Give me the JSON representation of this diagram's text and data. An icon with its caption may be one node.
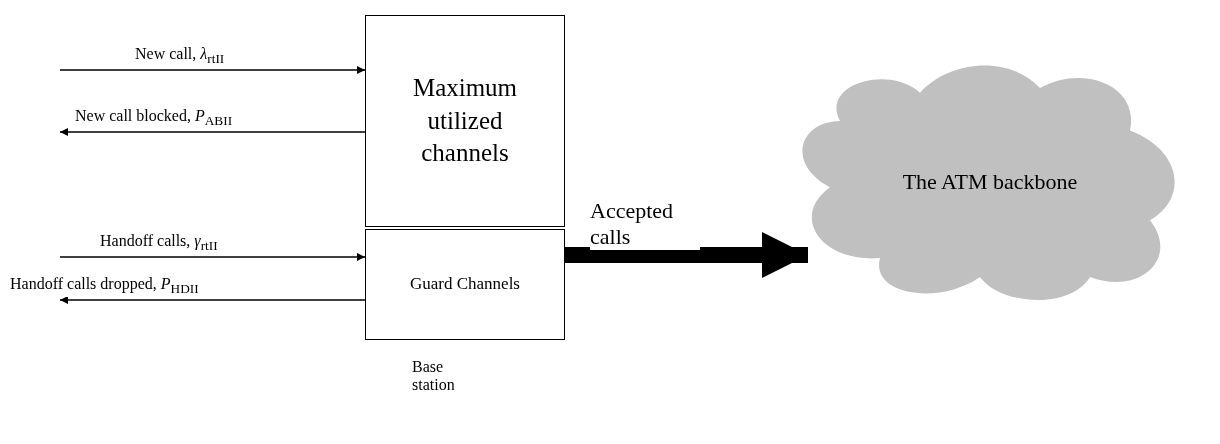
{
  "diagram": {
    "nodes": [
      {
        "text": [
          "Maximum utilized channels"
        ]
      },
      {
        "text": [
          "Guard Channels"
        ],
        "beside": [
          "Base station"
        ]
      },
      {
        "text": [
          "The ATM backbone"
        ]
      }
    ],
    "edges": [
      {
        "from": null,
        "to": 0,
        "arrow": "to",
        "label": "New call, *λ*$_{rtII}$"
      },
      {
        "from": 0,
        "to": null,
        "arrow": "to",
        "label": "New call blocked, *P*$_{ABII}$"
      },
      {
        "from": null,
        "to": 1,
        "arrow": "to",
        "label": "Handoff calls, *γ*$_{rtII}$"
      },
      {
        "from": 1,
        "to": null,
        "arrow": "to",
        "label": "Handoff calls dropped, *P*$_{HDII}$"
      },
      {
        "from": 1,
        "to": 2,
        "arrow": "to",
        "label": "Accepted calls",
        "style": "thick"
      }
    ]
  }
}
